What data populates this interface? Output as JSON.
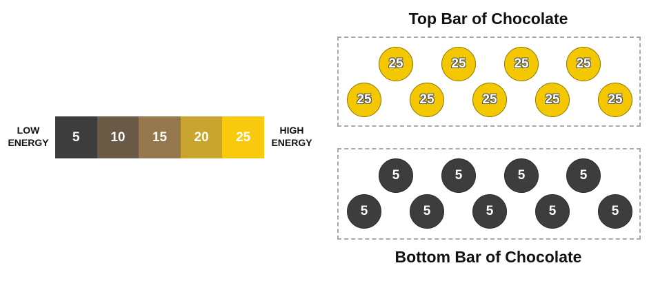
{
  "energy_scale": {
    "low_label": [
      "LOW",
      "ENERGY"
    ],
    "high_label": [
      "HIGH",
      "ENERGY"
    ],
    "segments": [
      {
        "value": "5",
        "color": "#3d3d3d"
      },
      {
        "value": "10",
        "color": "#6b5a45"
      },
      {
        "value": "15",
        "color": "#96784e"
      },
      {
        "value": "20",
        "color": "#c9a42e"
      },
      {
        "value": "25",
        "color": "#f9c90d"
      }
    ]
  },
  "top_bar": {
    "title": "Top Bar of Chocolate",
    "coin_value": "25",
    "coin_color": "#f3c800",
    "coin_count": 9
  },
  "bottom_bar": {
    "title": "Bottom Bar of Chocolate",
    "coin_value": "5",
    "coin_color": "#3d3d3d",
    "coin_count": 9
  }
}
